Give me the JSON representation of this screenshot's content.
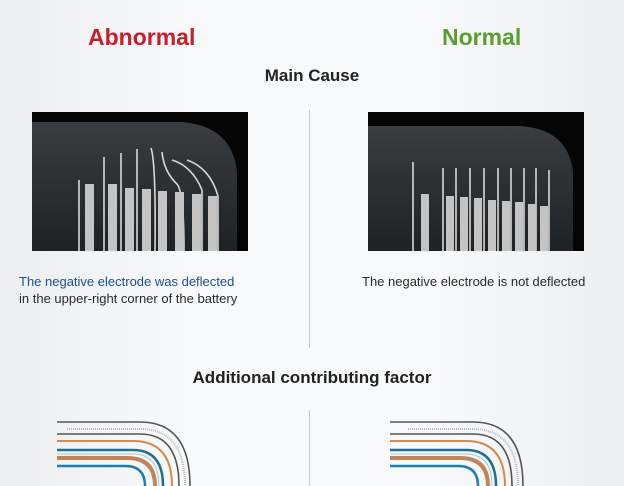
{
  "headers": {
    "abnormal": "Abnormal",
    "normal": "Normal"
  },
  "main_cause": {
    "title": "Main Cause",
    "abnormal_caption_line1": "The negative electrode was deflected",
    "abnormal_caption_line2": "in the upper-right corner of the battery",
    "normal_caption": "The negative electrode is not deflected"
  },
  "additional": {
    "title": "Additional contributing factor"
  },
  "colors": {
    "abnormal": "#c81e2a",
    "normal": "#5b9e2e",
    "caption_highlight": "#1f4f8f"
  }
}
